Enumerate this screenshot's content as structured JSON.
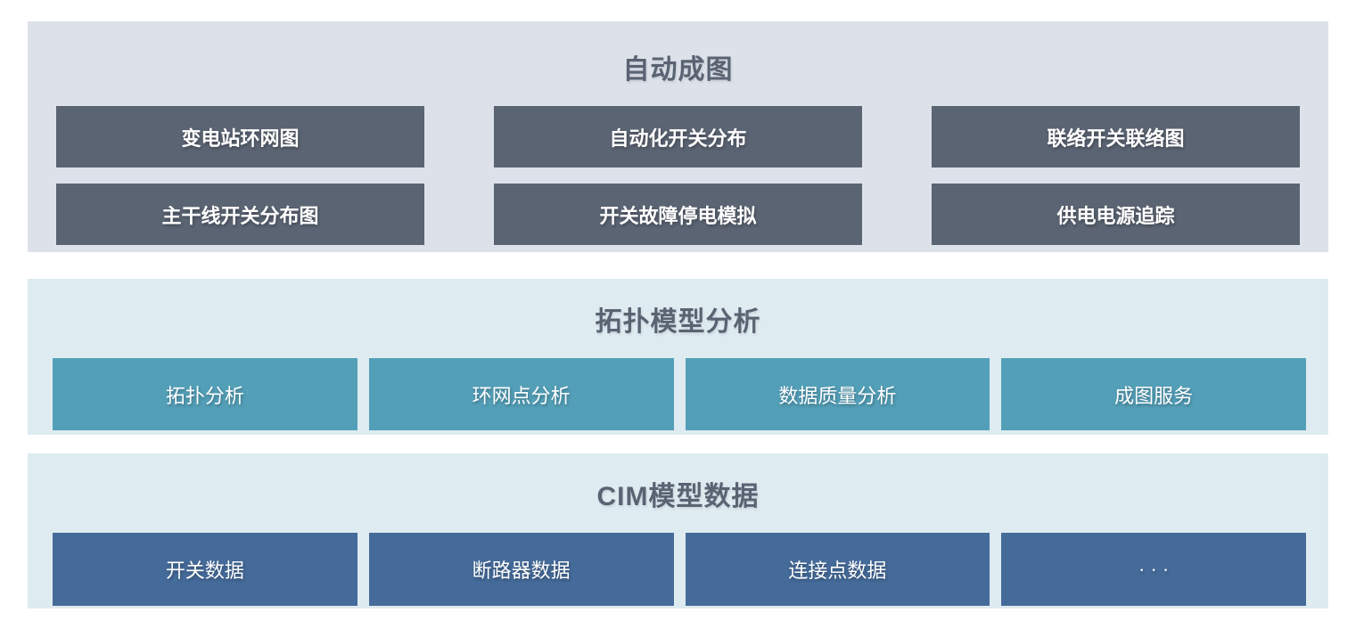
{
  "colors": {
    "page_background": "#ffffff",
    "auto_section_background": "#dde1e9",
    "auto_block_background": "#5b6473",
    "topology_section_background": "#deebf1",
    "topology_block_background": "#539fb8",
    "cim_section_background": "#deebf1",
    "cim_block_background": "#456b9a",
    "section_title_color": "#5a6372",
    "block_text_color": "#ffffff"
  },
  "sections": [
    {
      "title": "自动成图",
      "buttons": [
        "变电站环网图",
        "自动化开关分布",
        "联络开关联络图",
        "主干线开关分布图",
        "开关故障停电模拟",
        "供电电源追踪"
      ]
    },
    {
      "title": "拓扑模型分析",
      "buttons": [
        "拓扑分析",
        "环网点分析",
        "数据质量分析",
        "成图服务"
      ]
    },
    {
      "title": "CIM模型数据",
      "buttons": [
        "开关数据",
        "断路器数据",
        "连接点数据",
        "· · ·"
      ]
    }
  ]
}
